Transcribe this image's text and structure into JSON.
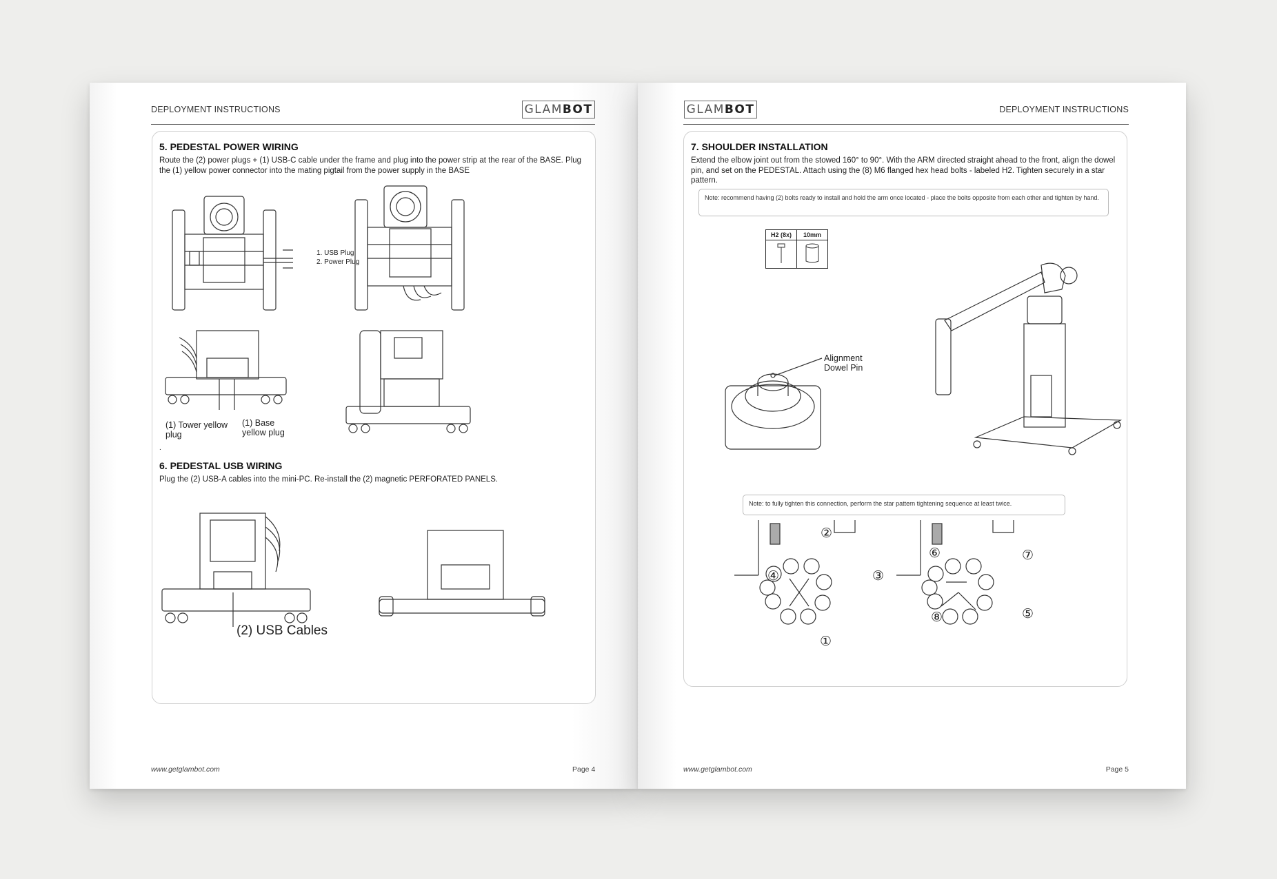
{
  "left_page": {
    "header": "DEPLOYMENT INSTRUCTIONS",
    "logo_text_a": "GLAM",
    "logo_text_b": "BOT",
    "section5_title": "5. PEDESTAL POWER WIRING",
    "section5_text": "Route the (2) power plugs + (1) USB-C cable under the frame and plug into the power strip at the rear of the BASE. Plug the (1) yellow power connector into the mating pigtail from the power supply in the BASE",
    "callout_usb": "1. USB Plug",
    "callout_power": "2. Power Plug",
    "label_tower_plug": "(1) Tower yellow plug",
    "label_base_plug": "(1) Base yellow plug",
    "dot": ".",
    "section6_title": "6. PEDESTAL USB WIRING",
    "section6_text": "Plug the (2) USB-A cables into the mini-PC. Re-install the (2) magnetic PERFORATED PANELS.",
    "label_usb_cables": "(2) USB Cables",
    "footer_url": "www.getglambot.com",
    "footer_page": "Page 4"
  },
  "right_page": {
    "header": "DEPLOYMENT INSTRUCTIONS",
    "logo_text_a": "GLAM",
    "logo_text_b": "BOT",
    "section7_title": "7. SHOULDER INSTALLATION",
    "section7_text": "Extend the elbow joint out from the stowed 160° to 90°. With the ARM directed straight ahead to the front, align the dowel pin, and set on the PEDESTAL. Attach using the (8) M6 flanged hex head bolts - labeled H2. Tighten securely in a star pattern.",
    "note1": "Note: recommend having (2) bolts ready to install and hold the arm once located - place the bolts opposite from each other and tighten by hand.",
    "tool_col1": "H2 (8x)",
    "tool_col2": "10mm",
    "label_alignment": "Alignment Dowel Pin",
    "note2": "Note: to fully tighten this connection, perform the star pattern tightening sequence at least twice.",
    "seq_left": [
      "②",
      "④",
      "③",
      "①"
    ],
    "seq_right": [
      "⑥",
      "⑦",
      "⑧",
      "⑤"
    ],
    "footer_url": "www.getglambot.com",
    "footer_page": "Page 5"
  }
}
